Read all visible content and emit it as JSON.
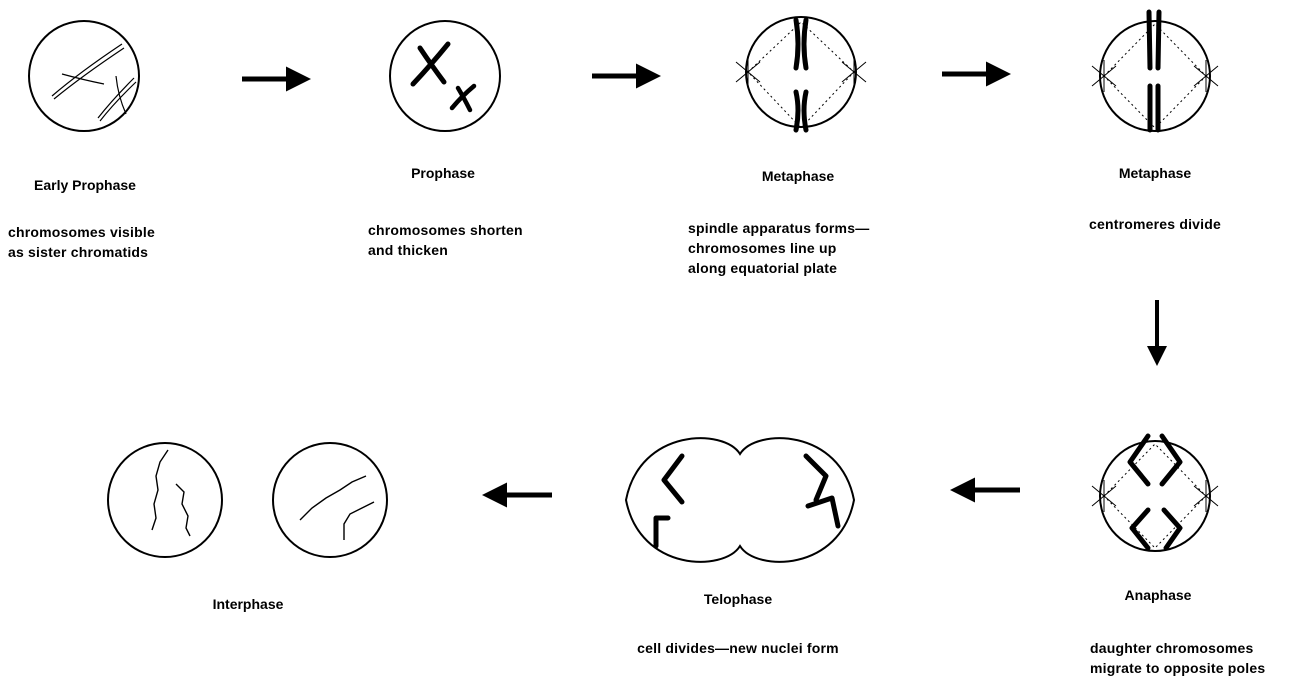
{
  "stages": [
    {
      "title": "Early Prophase",
      "description": "chromosomes visible\nas sister chromatids"
    },
    {
      "title": "Prophase",
      "description": "chromosomes shorten\nand thicken"
    },
    {
      "title": "Metaphase",
      "description": "spindle apparatus forms—\nchromosomes line up\nalong equatorial plate"
    },
    {
      "title": "Metaphase",
      "description": "centromeres divide"
    },
    {
      "title": "Anaphase",
      "description": "daughter chromosomes\nmigrate to opposite poles"
    },
    {
      "title": "Telophase",
      "description": "cell divides—new nuclei form"
    },
    {
      "title": "Interphase",
      "description": ""
    }
  ]
}
